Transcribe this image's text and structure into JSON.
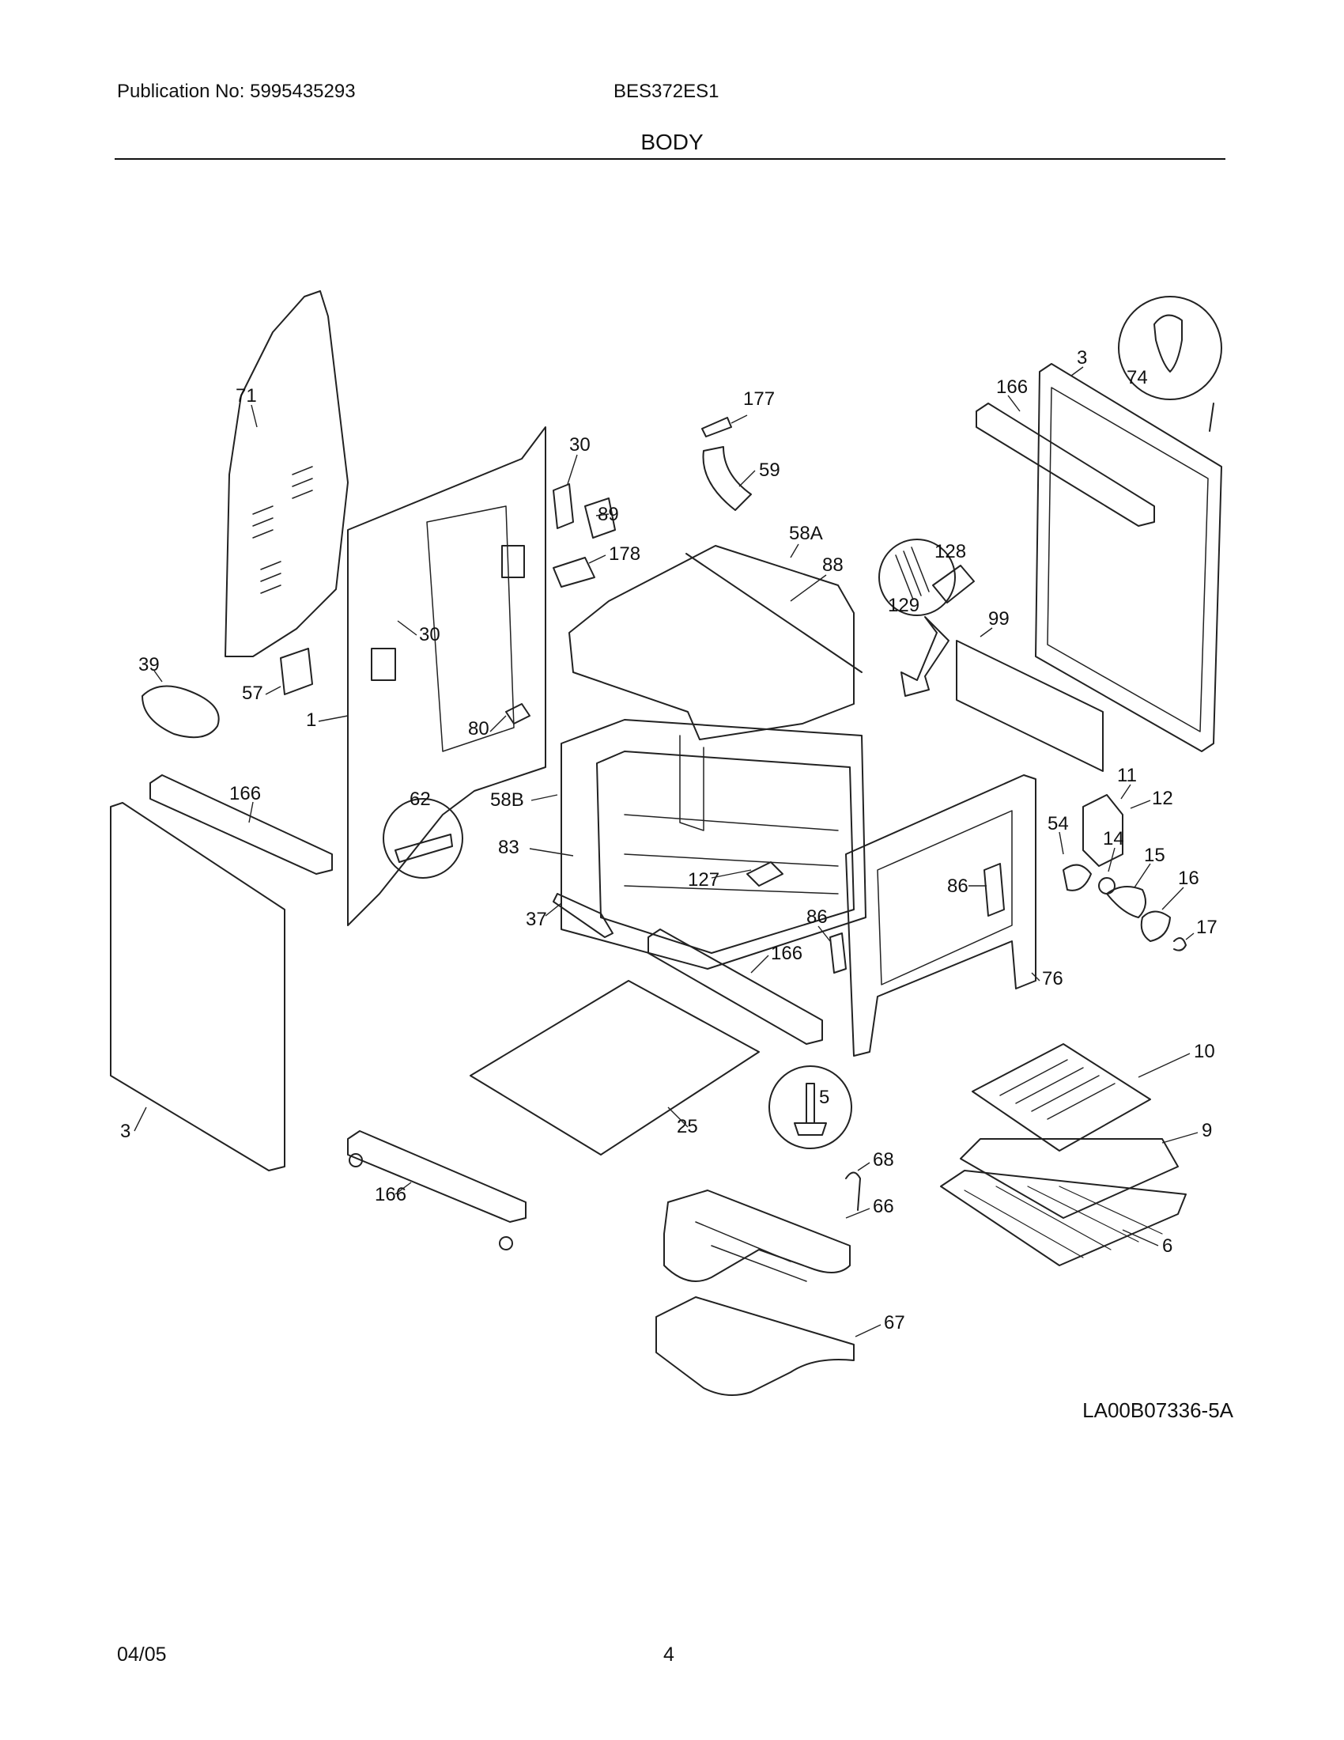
{
  "header": {
    "publication": "Publication No: 5995435293",
    "model": "BES372ES1",
    "section": "BODY"
  },
  "diagram_id": "LA00B07336-5A",
  "footer": {
    "date": "04/05",
    "page": "4"
  },
  "callouts": [
    "71",
    "177",
    "30",
    "59",
    "166",
    "3",
    "74",
    "89",
    "178",
    "58A",
    "88",
    "128",
    "129",
    "99",
    "39",
    "57",
    "1",
    "80",
    "62",
    "58B",
    "83",
    "127",
    "11",
    "12",
    "54",
    "14",
    "15",
    "16",
    "17",
    "37",
    "86",
    "76",
    "10",
    "9",
    "25",
    "5",
    "68",
    "66",
    "6",
    "67"
  ],
  "labels": {
    "c71": "71",
    "c177": "177",
    "c30a": "30",
    "c30b": "30",
    "c59": "59",
    "c166a": "166",
    "c3a": "3",
    "c74": "74",
    "c89": "89",
    "c178": "178",
    "c58a": "58A",
    "c88": "88",
    "c128": "128",
    "c129": "129",
    "c99": "99",
    "c39": "39",
    "c57": "57",
    "c1": "1",
    "c80": "80",
    "c62": "62",
    "c58b": "58B",
    "c83": "83",
    "c127": "127",
    "c11": "11",
    "c12": "12",
    "c54": "54",
    "c14": "14",
    "c15": "15",
    "c16": "16",
    "c17": "17",
    "c166b": "166",
    "c166c": "166",
    "c166d": "166",
    "c37": "37",
    "c86a": "86",
    "c86b": "86",
    "c76": "76",
    "c10": "10",
    "c9": "9",
    "c3b": "3",
    "c25": "25",
    "c5": "5",
    "c68": "68",
    "c66": "66",
    "c6": "6",
    "c67": "67"
  }
}
